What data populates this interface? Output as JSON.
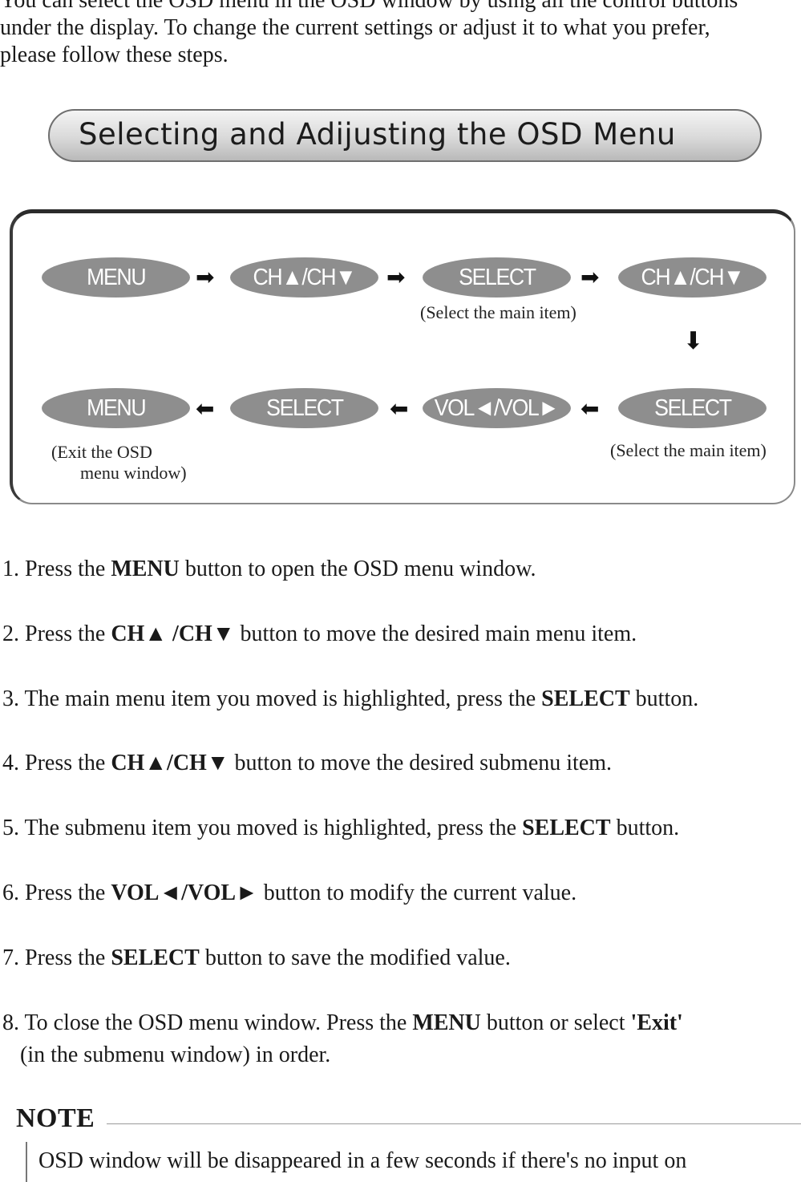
{
  "intro": {
    "line1": "You can select the OSD menu in the OSD window by using all the control buttons",
    "line2": "under the display. To change the current settings or adjust it to what you prefer,",
    "line3": "please follow these steps."
  },
  "title": "Selecting and Adijusting the OSD Menu",
  "flow": {
    "row1": {
      "b1": "MENU",
      "b2": "CH▲/CH▼",
      "b3": "SELECT",
      "b4": "CH▲/CH▼",
      "caption_select": "(Select the main item)"
    },
    "row2": {
      "b1": "MENU",
      "b2": "SELECT",
      "b3": "VOL◄/VOL►",
      "b4": "SELECT",
      "caption_exit_1": "(Exit the OSD",
      "caption_exit_2": "menu window)",
      "caption_select": "(Select the main item)"
    },
    "arrow_right": "➡",
    "arrow_left": "⬅",
    "arrow_down": "⬇"
  },
  "steps": {
    "s1": {
      "pre": "1. Press the ",
      "b": "MENU",
      "post": " button to open the OSD menu window."
    },
    "s2": {
      "pre": "2. Press the ",
      "b": "CH▲ /CH▼",
      "post": " button to move the desired main menu item."
    },
    "s3": {
      "pre": "3. The main menu item you moved is highlighted, press the ",
      "b": "SELECT",
      "post": " button."
    },
    "s4": {
      "pre": "4. Press the ",
      "b": "CH▲/CH▼",
      "post": " button to move the desired submenu item."
    },
    "s5": {
      "pre": "5. The submenu item you moved is highlighted, press the ",
      "b": "SELECT",
      "post": " button."
    },
    "s6": {
      "pre": "6. Press the ",
      "b": "VOL◄/VOL►",
      "post": " button to modify the current value."
    },
    "s7": {
      "pre": "7. Press the ",
      "b": "SELECT",
      "post": " button to save the modified value."
    },
    "s8": {
      "pre": "8. To close the OSD menu window. Press the ",
      "b": "MENU",
      "mid": " button or select ",
      "b2": "'Exit'",
      "line2": "(in the submenu window) in order."
    }
  },
  "note": {
    "title": "NOTE",
    "text": "OSD window will be disappeared in a few seconds if there's no input on"
  }
}
